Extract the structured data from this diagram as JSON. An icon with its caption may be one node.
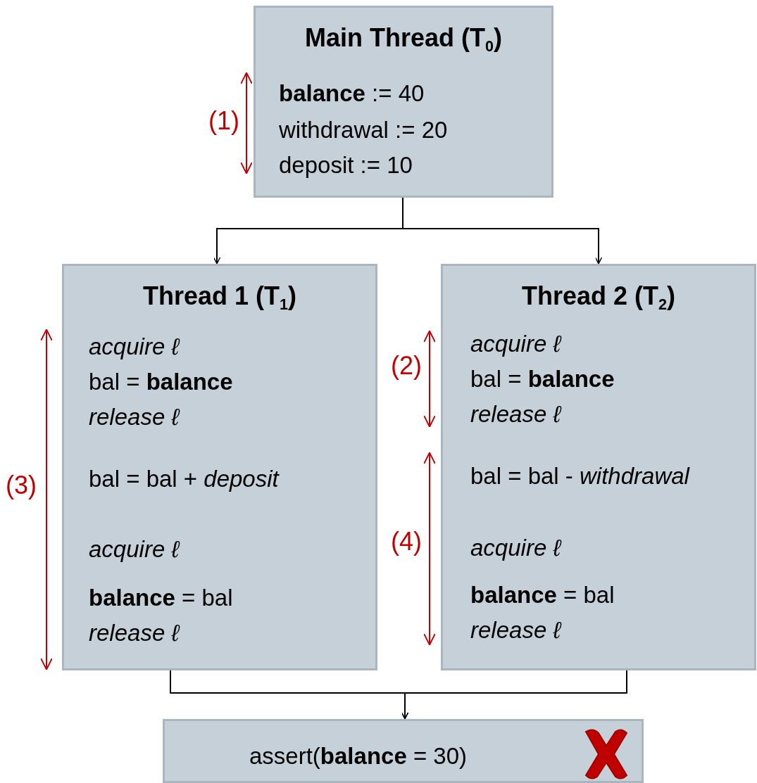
{
  "diagram": {
    "nodes": [
      {
        "text": [
          "Main Thread (T$_{0}$)",
          "**balance** := 40",
          "withdrawal := 20",
          "deposit := 10"
        ]
      },
      {
        "text": [
          "Thread 1 (T$_{1}$)",
          "*acquire ℓ*",
          "bal = **balance**",
          "*release ℓ*",
          "bal = bal + *deposit*",
          "*acquire ℓ*",
          "**balance** = bal",
          "*release ℓ*"
        ]
      },
      {
        "text": [
          "Thread 2 (T$_{2}$)",
          "*acquire ℓ*",
          "bal = **balance**",
          "*release ℓ*",
          "bal = bal - *withdrawal*",
          "*acquire ℓ*",
          "**balance** = bal",
          "*release ℓ*"
        ]
      },
      {
        "text": [
          "assert(**balance** = 30)"
        ]
      }
    ],
    "edges": [
      {
        "from": 0,
        "to": 1,
        "arrow": "to"
      },
      {
        "from": 0,
        "to": 2,
        "arrow": "to"
      },
      {
        "from": 1,
        "to": 3,
        "arrow": "to"
      },
      {
        "from": 2,
        "to": 3,
        "arrow": "to"
      }
    ],
    "labels": [
      "(1)",
      "(2)",
      "(3)",
      "(4)"
    ]
  }
}
